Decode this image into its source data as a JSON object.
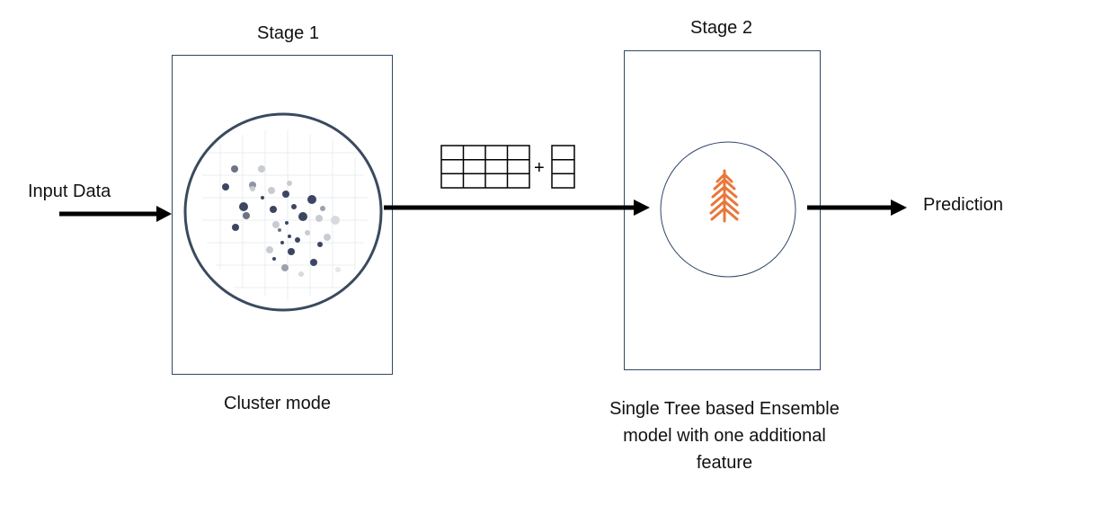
{
  "stage1": {
    "title": "Stage 1",
    "caption": "Cluster mode"
  },
  "stage2": {
    "title": "Stage 2",
    "caption_lines": [
      "Single Tree based Ensemble",
      "model with one additional",
      "feature"
    ]
  },
  "input_label": "Input Data",
  "output_label": "Prediction",
  "plus_sign": "+",
  "icons": {
    "stage1": "scatter-cluster-icon",
    "stage2": "tree-icon"
  },
  "colors": {
    "box_border": "#2f4766",
    "circle_border": "#3a4a5e",
    "arrow": "#000000",
    "tree": "#e8773a",
    "dots_dark": "#3c4663",
    "dots_light": "#c8ccd2"
  }
}
